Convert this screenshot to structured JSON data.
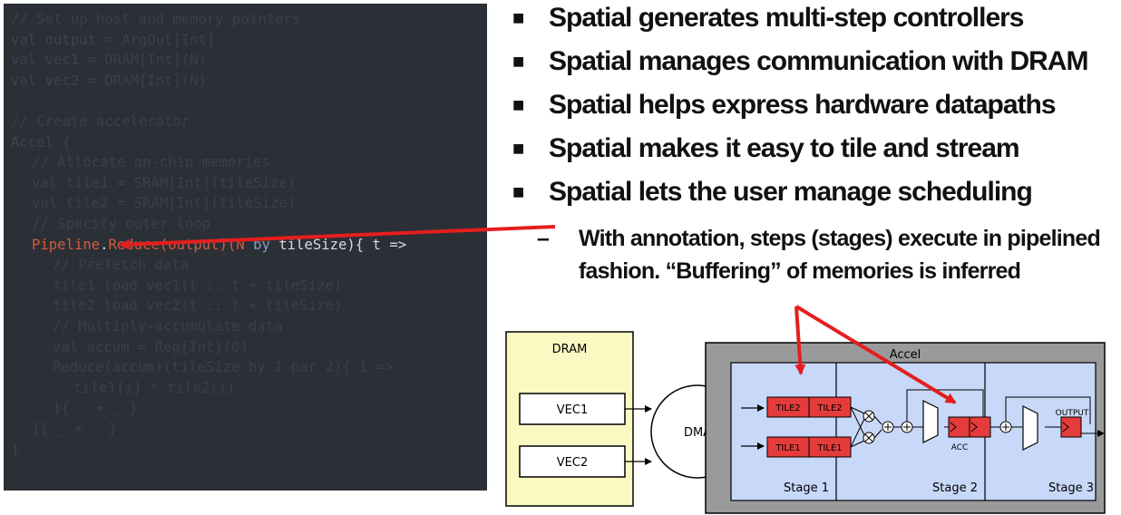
{
  "code": {
    "lines": [
      {
        "indent": 0,
        "tokens": [
          {
            "t": "// Set up host and memory pointers",
            "c": "comment"
          }
        ]
      },
      {
        "indent": 0,
        "tokens": [
          {
            "t": "val ",
            "c": "kw"
          },
          {
            "t": "output",
            "c": "kw"
          },
          {
            "t": " = ArgOut[Int]",
            "c": "plain"
          }
        ]
      },
      {
        "indent": 0,
        "tokens": [
          {
            "t": "val ",
            "c": "kw"
          },
          {
            "t": "vec1",
            "c": "kw"
          },
          {
            "t": " = DRAM[Int](N)",
            "c": "plain"
          }
        ]
      },
      {
        "indent": 0,
        "tokens": [
          {
            "t": "val ",
            "c": "kw"
          },
          {
            "t": "vec2",
            "c": "kw"
          },
          {
            "t": " = DRAM[Int](N)",
            "c": "plain"
          }
        ]
      },
      {
        "indent": 0,
        "tokens": []
      },
      {
        "indent": 0,
        "tokens": [
          {
            "t": "// Create accelerator",
            "c": "comment"
          }
        ]
      },
      {
        "indent": 0,
        "tokens": [
          {
            "t": "Accel {",
            "c": "kw"
          }
        ]
      },
      {
        "indent": 1,
        "tokens": [
          {
            "t": "// Allocate on-chip memories",
            "c": "comment"
          }
        ]
      },
      {
        "indent": 1,
        "tokens": [
          {
            "t": "val tile1 = SRAM[Int](tileSize)",
            "c": "plain"
          }
        ]
      },
      {
        "indent": 1,
        "tokens": [
          {
            "t": "val tile2 = SRAM[Int](tileSize)",
            "c": "plain"
          }
        ]
      },
      {
        "indent": 1,
        "tokens": [
          {
            "t": "// Specify outer loop",
            "c": "comment"
          }
        ]
      },
      {
        "indent": 1,
        "tokens": [
          {
            "t": "Pipeline",
            "c": "hi-red"
          },
          {
            "t": ".",
            "c": "hi-plain"
          },
          {
            "t": "Reduce(output)(N ",
            "c": "hi-red"
          },
          {
            "t": "by",
            "c": "hi-blue"
          },
          {
            "t": " tileSize){ t =>",
            "c": "hi-plain"
          }
        ]
      },
      {
        "indent": 2,
        "tokens": [
          {
            "t": "// Prefetch data",
            "c": "comment"
          }
        ]
      },
      {
        "indent": 2,
        "tokens": [
          {
            "t": "tile1 load vec1(t :: t + tileSize)",
            "c": "plain"
          }
        ]
      },
      {
        "indent": 2,
        "tokens": [
          {
            "t": "tile2 load vec2(t :: t + tileSize)",
            "c": "plain"
          }
        ]
      },
      {
        "indent": 2,
        "tokens": [
          {
            "t": "// Multiply-accumulate data",
            "c": "comment"
          }
        ]
      },
      {
        "indent": 2,
        "tokens": [
          {
            "t": "val accum = Reg[Int](0)",
            "c": "plain"
          }
        ]
      },
      {
        "indent": 2,
        "tokens": [
          {
            "t": "Reduce(accum)(tileSize by 1 par 2){ i =>",
            "c": "plain"
          }
        ]
      },
      {
        "indent": 3,
        "tokens": [
          {
            "t": "tile1(i) * tile2(i)",
            "c": "plain"
          }
        ]
      },
      {
        "indent": 2,
        "tokens": [
          {
            "t": "}{ _ + _ }",
            "c": "plain"
          }
        ]
      },
      {
        "indent": 1,
        "tokens": [
          {
            "t": "}{ _ + _ }",
            "c": "plain"
          }
        ]
      },
      {
        "indent": 0,
        "tokens": [
          {
            "t": "}",
            "c": "plain"
          }
        ]
      }
    ]
  },
  "bullets": [
    "Spatial generates multi-step controllers",
    "Spatial manages communication with DRAM",
    "Spatial helps express hardware datapaths",
    "Spatial makes it easy to tile and stream",
    "Spatial lets the user manage scheduling"
  ],
  "bullet_marker": "■",
  "sub_dash": "–",
  "sub_bullet": {
    "line1": "With annotation, steps (stages)  execute in pipelined",
    "line2": "fashion.  “Buffering” of memories is inferred"
  },
  "diagram": {
    "dram_label": "DRAM",
    "vec1": "VEC1",
    "vec2": "VEC2",
    "dma": "DMA",
    "accel_label": "Accel",
    "tile2_a": "TILE2",
    "tile2_b": "TILE2",
    "tile1_a": "TILE1",
    "tile1_b": "TILE1",
    "acc": "ACC",
    "output": "OUTPUT",
    "stage1": "Stage 1",
    "stage2": "Stage 2",
    "stage3": "Stage 3"
  },
  "colors": {
    "arrow_red": "#e41e1e",
    "code_bg": "#2b2f36",
    "dram_fill": "#fcf8c2",
    "accel_fill": "#9a9a9a",
    "stage_fill": "#c8d8f8",
    "tile_fill": "#e53b3b"
  }
}
